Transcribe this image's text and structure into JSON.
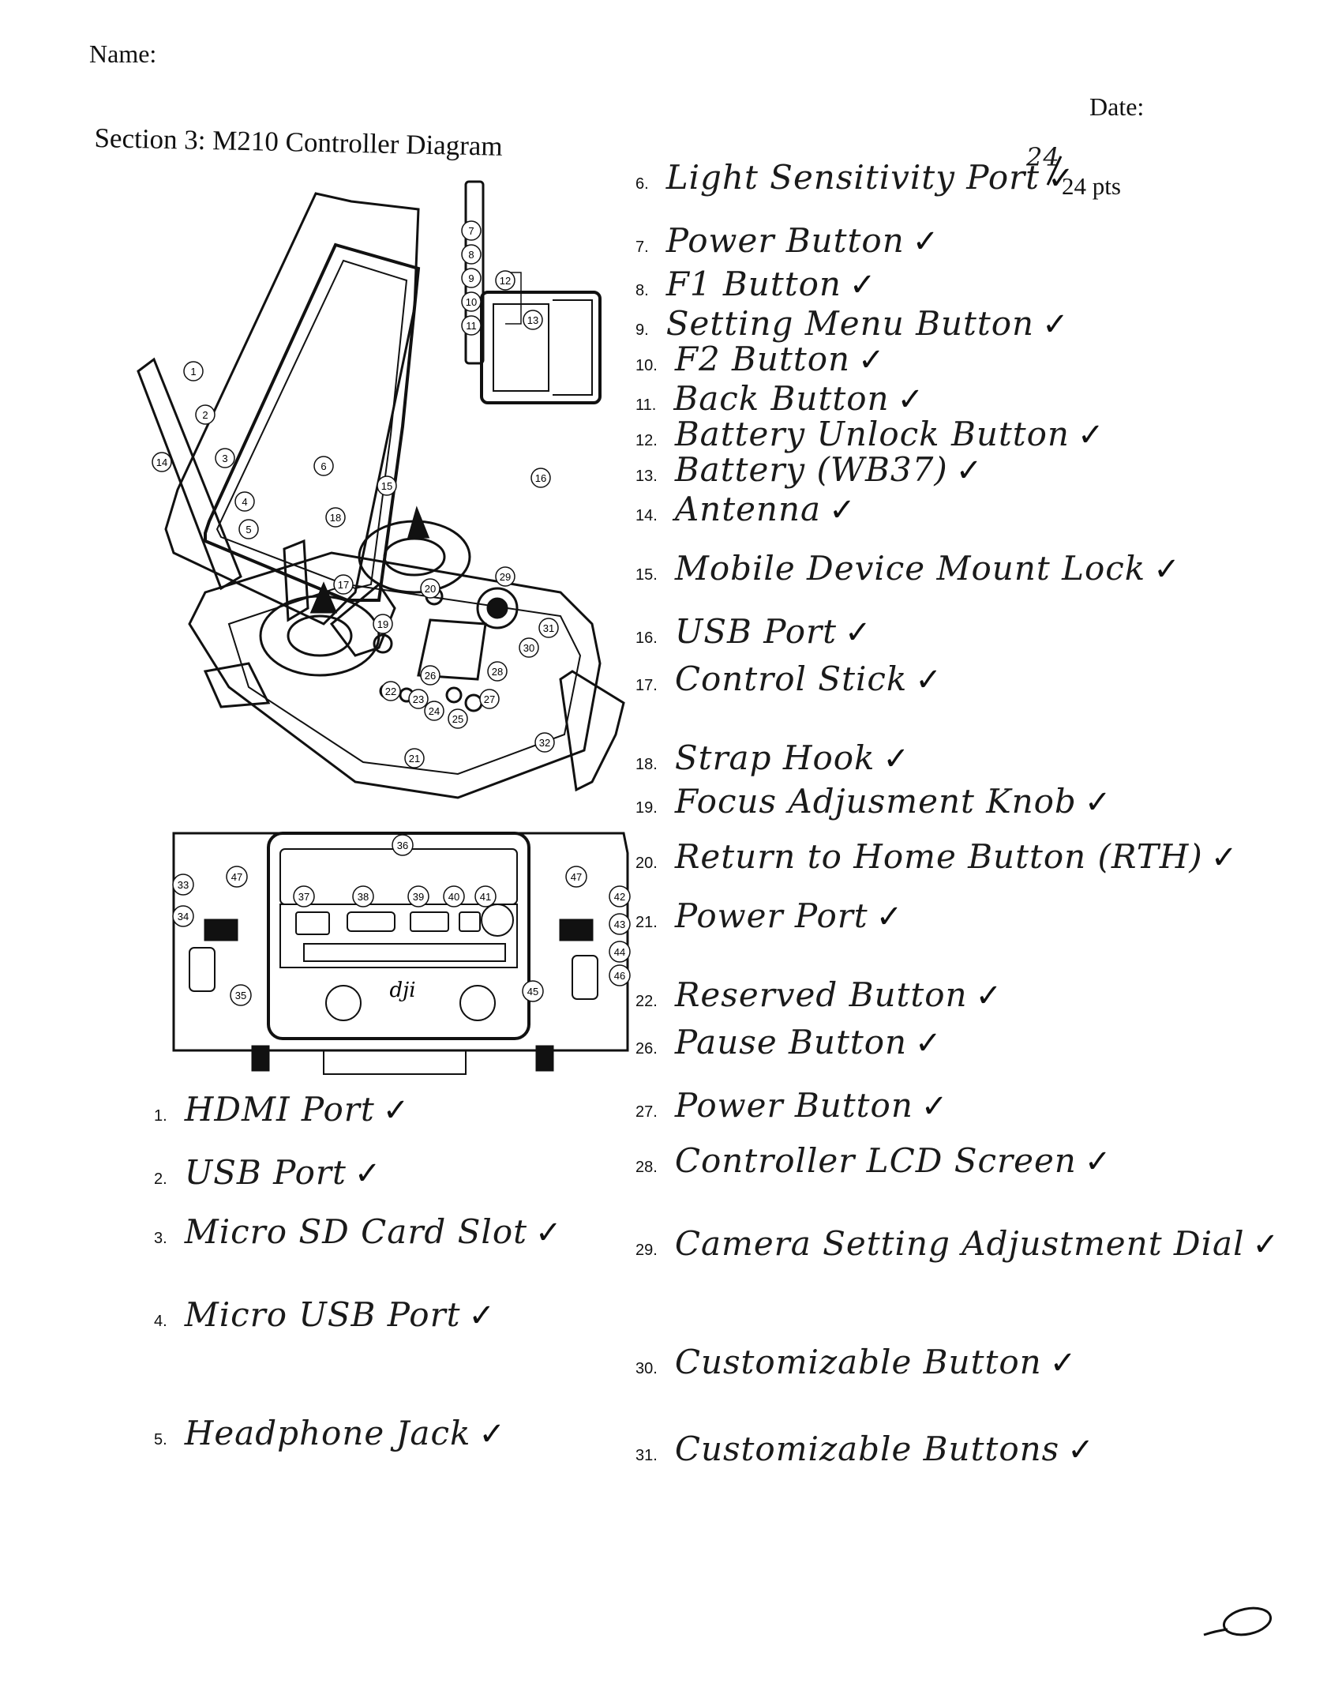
{
  "header": {
    "name_label": "Name:",
    "date_label": "Date:",
    "section_title": "Section 3: M210 Controller Diagram",
    "score_value": "24",
    "score_total": "24 pts"
  },
  "check_mark": "✓",
  "items_right": [
    {
      "num": "6.",
      "text": "Light Sensitivity Port"
    },
    {
      "num": "7.",
      "text": "Power Button"
    },
    {
      "num": "8.",
      "text": "F1 Button"
    },
    {
      "num": "9.",
      "text": "Setting Menu Button"
    },
    {
      "num": "10.",
      "text": "F2 Button"
    },
    {
      "num": "11.",
      "text": "Back Button"
    },
    {
      "num": "12.",
      "text": "Battery Unlock Button"
    },
    {
      "num": "13.",
      "text": "Battery (WB37)"
    },
    {
      "num": "14.",
      "text": "Antenna"
    },
    {
      "num": "15.",
      "text": "Mobile Device Mount Lock"
    },
    {
      "num": "16.",
      "text": "USB Port"
    },
    {
      "num": "17.",
      "text": "Control Stick"
    },
    {
      "num": "18.",
      "text": "Strap Hook"
    },
    {
      "num": "19.",
      "text": "Focus Adjusment Knob"
    },
    {
      "num": "20.",
      "text": "Return to Home Button (RTH)"
    },
    {
      "num": "21.",
      "text": "Power Port"
    },
    {
      "num": "22.",
      "text": "Reserved Button"
    },
    {
      "num": "26.",
      "text": "Pause Button"
    },
    {
      "num": "27.",
      "text": "Power Button"
    },
    {
      "num": "28.",
      "text": "Controller LCD Screen"
    },
    {
      "num": "29.",
      "text": "Camera Setting Adjustment Dial"
    },
    {
      "num": "30.",
      "text": "Customizable Button"
    },
    {
      "num": "31.",
      "text": "Customizable Buttons"
    }
  ],
  "items_left": [
    {
      "num": "1.",
      "text": "HDMI Port"
    },
    {
      "num": "2.",
      "text": "USB Port"
    },
    {
      "num": "3.",
      "text": "Micro SD Card Slot"
    },
    {
      "num": "4.",
      "text": "Micro USB Port"
    },
    {
      "num": "5.",
      "text": "Headphone Jack"
    }
  ],
  "diagram": {
    "top_callouts": [
      "1",
      "2",
      "3",
      "4",
      "5",
      "6",
      "7",
      "8",
      "9",
      "10",
      "11",
      "12",
      "13",
      "14",
      "15",
      "16",
      "17",
      "18",
      "19",
      "20",
      "21",
      "22",
      "23",
      "24",
      "25",
      "26",
      "27",
      "28",
      "29",
      "30",
      "31",
      "32"
    ],
    "back_callouts": [
      "33",
      "34",
      "35",
      "36",
      "37",
      "38",
      "39",
      "40",
      "41",
      "42",
      "43",
      "44",
      "45",
      "46",
      "47",
      "47"
    ],
    "logo_text": "dji"
  }
}
